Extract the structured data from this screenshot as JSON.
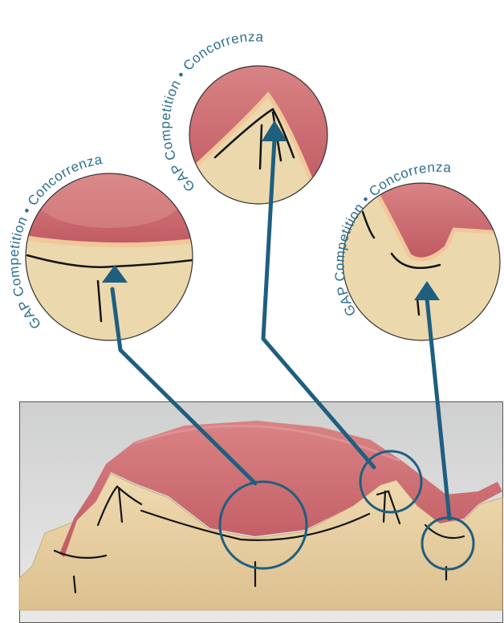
{
  "labels": {
    "left": "GAP Competition • Concorrenza",
    "center": "GAP Competition • Concorrenza",
    "right": "GAP Competition • Concorrenza"
  },
  "colors": {
    "accent": "#1e5f80",
    "label_text": "#2a6e8e",
    "gum": "#c86066",
    "gum_light": "#d77a7c",
    "stone": "#ead3a6",
    "stone_shadow": "#cdb487",
    "backdrop": "#dcdcdc"
  }
}
